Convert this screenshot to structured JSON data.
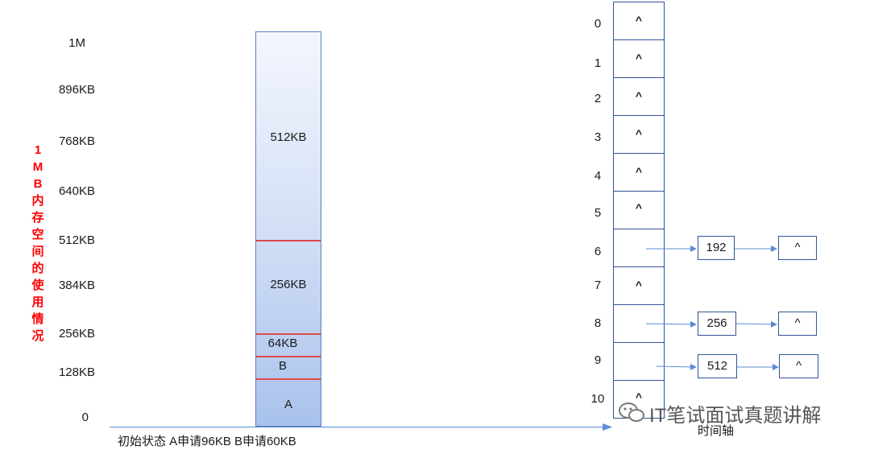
{
  "y_axis": {
    "title_chars": [
      "1",
      "M",
      "B",
      "内",
      "存",
      "空",
      "间",
      "的",
      "使",
      "用",
      "情",
      "况"
    ],
    "ticks": [
      "1M",
      "896KB",
      "768KB",
      "640KB",
      "512KB",
      "384KB",
      "256KB",
      "128KB",
      "0"
    ]
  },
  "memory_bar": {
    "segments": [
      "512KB",
      "256KB",
      "64KB",
      "B",
      "A"
    ]
  },
  "timeline": {
    "events": "初始状态  A申请96KB  B申请60KB",
    "axis_label": "时间轴"
  },
  "free_list_table": {
    "indices": [
      "0",
      "1",
      "2",
      "3",
      "4",
      "5",
      "6",
      "7",
      "8",
      "9",
      "10"
    ],
    "cells": [
      "^",
      "^",
      "^",
      "^",
      "^",
      "^",
      "",
      "^",
      "",
      "",
      "^"
    ],
    "chains": [
      {
        "index": "6",
        "node": "192",
        "end": "^"
      },
      {
        "index": "8",
        "node": "256",
        "end": "^"
      },
      {
        "index": "9",
        "node": "512",
        "end": "^"
      }
    ]
  },
  "watermark": {
    "text": "IT笔试面试真题讲解"
  },
  "colors": {
    "title_red": "#ff0000",
    "segment_divider": "#e04a4a",
    "arrow": "#5b8ad6",
    "box_border": "#2f5597"
  }
}
